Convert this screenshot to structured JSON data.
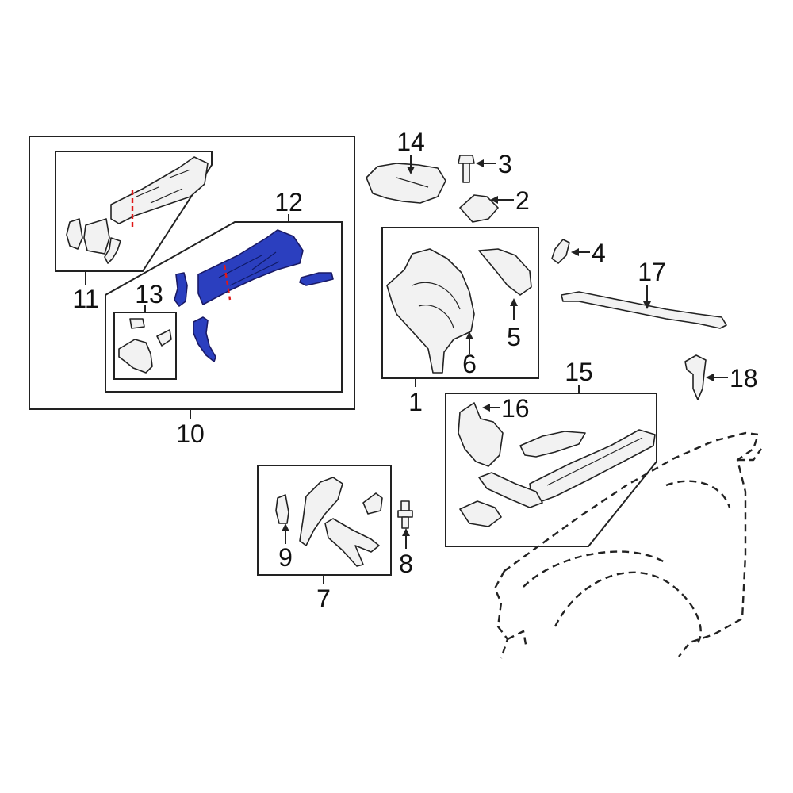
{
  "diagram": {
    "highlight_color": "#2b3fbf",
    "cut_line_color": "#e01818",
    "callouts": [
      {
        "id": "c1",
        "label": "1"
      },
      {
        "id": "c2",
        "label": "2"
      },
      {
        "id": "c3",
        "label": "3"
      },
      {
        "id": "c4",
        "label": "4"
      },
      {
        "id": "c5",
        "label": "5"
      },
      {
        "id": "c6",
        "label": "6"
      },
      {
        "id": "c7",
        "label": "7"
      },
      {
        "id": "c8",
        "label": "8"
      },
      {
        "id": "c9",
        "label": "9"
      },
      {
        "id": "c10",
        "label": "10"
      },
      {
        "id": "c11",
        "label": "11"
      },
      {
        "id": "c12",
        "label": "12"
      },
      {
        "id": "c13",
        "label": "13"
      },
      {
        "id": "c14",
        "label": "14"
      },
      {
        "id": "c15",
        "label": "15"
      },
      {
        "id": "c16",
        "label": "16"
      },
      {
        "id": "c17",
        "label": "17"
      },
      {
        "id": "c18",
        "label": "18"
      }
    ]
  }
}
